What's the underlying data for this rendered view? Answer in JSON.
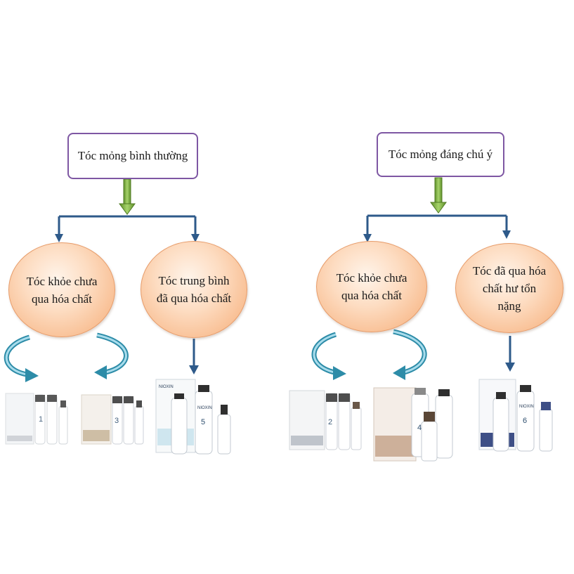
{
  "left": {
    "top_box": "Tóc mỏng bình thường",
    "branch_a": "Tóc khỏe chưa qua hóa chất",
    "branch_b": "Tóc trung bình đã qua hóa chất",
    "products": {
      "kit_1_number": "1",
      "kit_3_number": "3",
      "kit_5_number": "5",
      "brand": "NIOXIN"
    }
  },
  "right": {
    "top_box": "Tóc mỏng đáng chú ý",
    "branch_a": "Tóc khỏe chưa qua hóa chất",
    "branch_b": "Tóc đã qua hóa chất hư tổn nặng",
    "products": {
      "kit_2_number": "2",
      "kit_4_number": "4",
      "kit_6_number": "6",
      "brand": "NIOXIN"
    }
  },
  "colors": {
    "box_border": "#7e57a3",
    "connector_green": "#76a83a",
    "connector_blue": "#2e5a8a",
    "oval_fill": "#f8bc8f",
    "curved_arrow": "#4bacc6"
  }
}
